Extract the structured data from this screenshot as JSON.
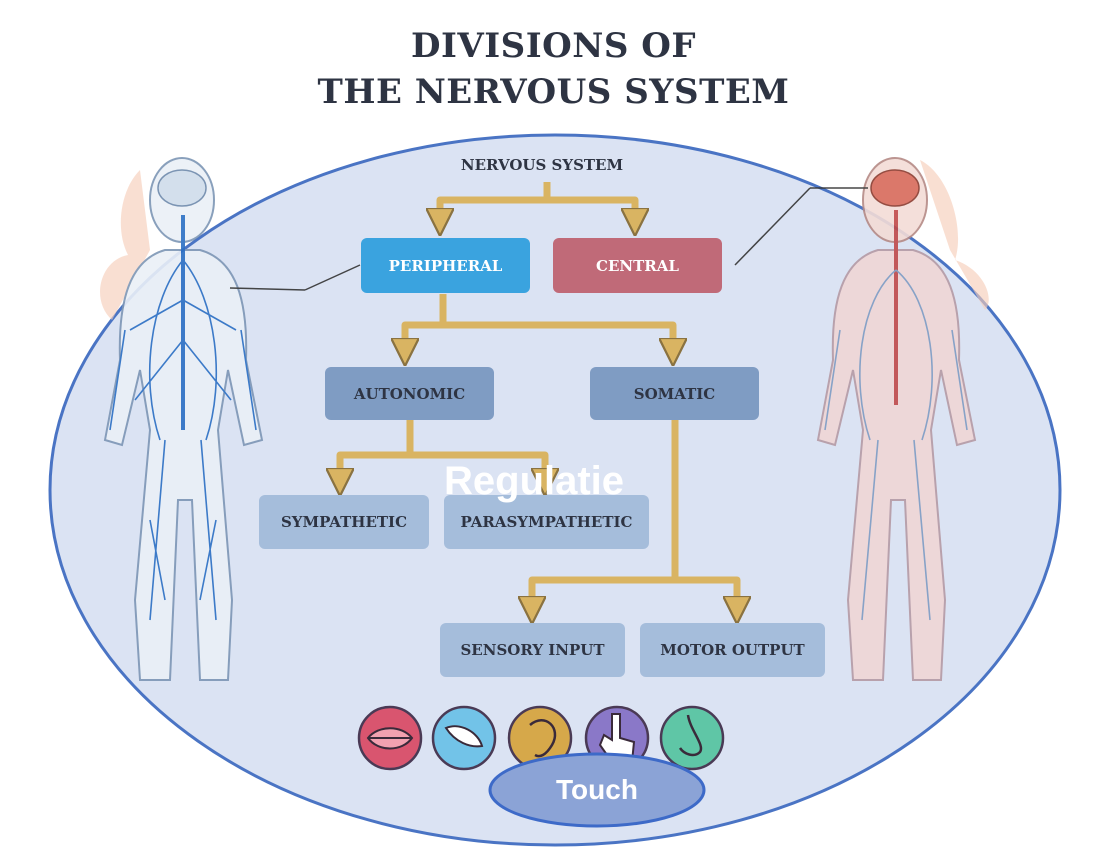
{
  "title": {
    "line1": "DIVISIONS OF",
    "line2": "THE NERVOUS SYSTEM"
  },
  "diagram": {
    "root": "NERVOUS SYSTEM",
    "peripheral": "PERIPHERAL",
    "central": "CENTRAL",
    "autonomic": "AUTONOMIC",
    "somatic": "SOMATIC",
    "sympathetic": "SYMPATHETIC",
    "parasympathetic": "PARASYMPATHETIC",
    "sensory_input": "SENSORY INPUT",
    "motor_output": "MOTOR OUTPUT"
  },
  "overlays": {
    "regulatie": "Regulatie",
    "touch": "Touch"
  },
  "senses": [
    {
      "icon": "lips-icon",
      "color": "#d9556f"
    },
    {
      "icon": "eye-icon",
      "color": "#72c3e8"
    },
    {
      "icon": "ear-icon",
      "color": "#d6a84a"
    },
    {
      "icon": "hand-touch-icon",
      "color": "#8a78c8"
    },
    {
      "icon": "nose-icon",
      "color": "#5fc6a6"
    }
  ],
  "colors": {
    "peripheral": "#3aa3df",
    "central": "#c06a78",
    "level2": "#7f9cc3",
    "level3": "#a5bddb",
    "arrow": "#d9b462",
    "ellipse_border": "#4a74c4",
    "ellipse_fill": "#dbe3f3"
  }
}
